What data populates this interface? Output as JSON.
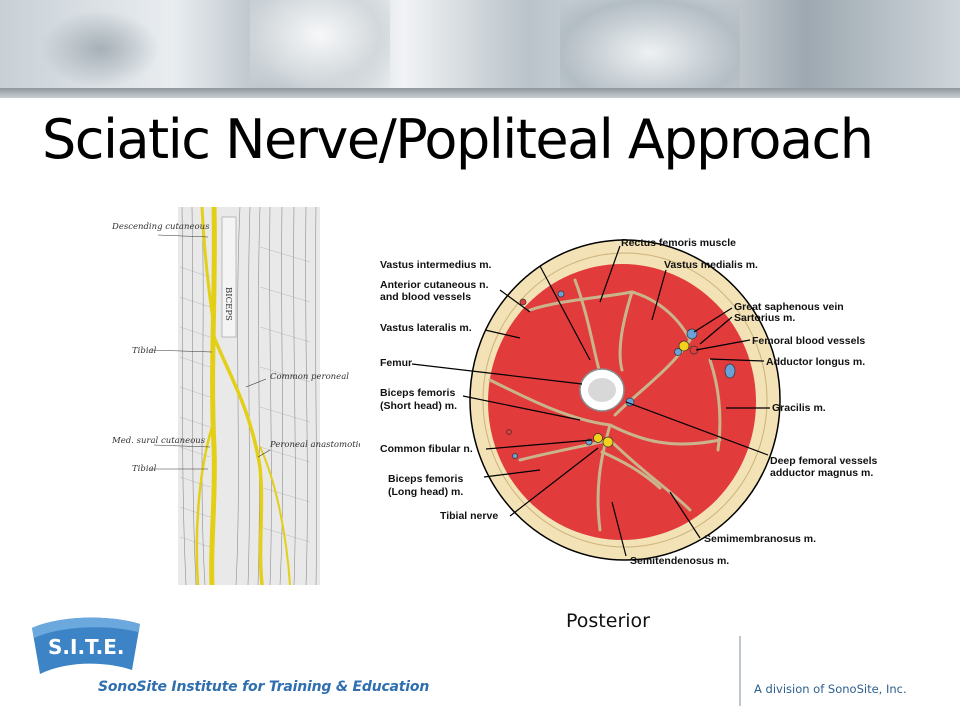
{
  "slide": {
    "title": "Sciatic Nerve/Popliteal Approach",
    "caption": "Posterior"
  },
  "leg_illustration": {
    "labels": [
      "Descending cutaneous",
      "Tibial",
      "Common peroneal",
      "Med. sural cutaneous",
      "Tibial",
      "Peroneal anastomotic"
    ],
    "vertical_text": "BICEPS"
  },
  "cross_section": {
    "labels": {
      "rectus_femoris": "Rectus femoris muscle",
      "vastus_intermedius": "Vastus intermedius m.",
      "vastus_medialis": "Vastus medialis m.",
      "anterior_cutaneous_1": "Anterior cutaneous n.",
      "anterior_cutaneous_2": "and blood vessels",
      "great_saphenous": "Great saphenous vein",
      "sartorius": "Sartorius m.",
      "vastus_lateralis": "Vastus lateralis m.",
      "femoral_vessels": "Femoral blood vessels",
      "femur": "Femur",
      "adductor_longus": "Adductor longus m.",
      "biceps_short_1": "Biceps femoris",
      "biceps_short_2": "(Short head) m.",
      "gracilis": "Gracilis m.",
      "common_fibular": "Common fibular n.",
      "deep_femoral_1": "Deep femoral vessels",
      "deep_femoral_2": "adductor magnus m.",
      "biceps_long_1": "Biceps femoris",
      "biceps_long_2": "(Long head) m.",
      "tibial_nerve": "Tibial nerve",
      "semimembranosus": "Semimembranosus m.",
      "semitendinosus": "Semitendenosus m."
    }
  },
  "footer": {
    "logo_text": "S.I.T.E.",
    "institute": "SonoSite Institute for Training & Education",
    "division": "A division of SonoSite, Inc."
  },
  "colors": {
    "muscle": "#e23b3b",
    "fat": "#f3e2b5",
    "nerve": "#f2d21b",
    "logo_blue": "#2f6fb0"
  }
}
